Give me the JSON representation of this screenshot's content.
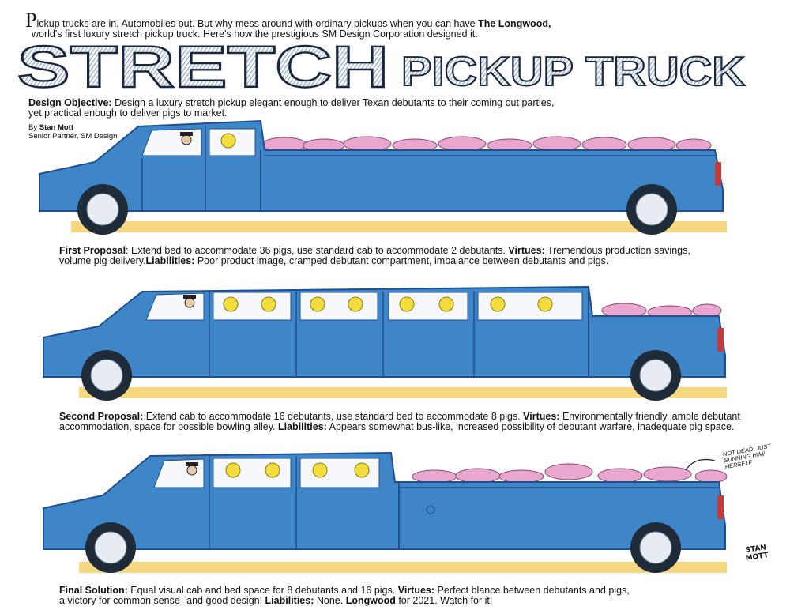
{
  "intro": {
    "dropcap": "P",
    "line1_before": "ickup trucks are in. Automobiles out. But why mess around with ordinary pickups when you can have ",
    "line1_bold": "The Longwood,",
    "line2": "world's first luxury stretch pickup truck. Here's how the prestigious SM Design Corporation designed it:"
  },
  "title": {
    "word1": "STRETCH",
    "word2": "PICKUP TRUCK"
  },
  "objective": {
    "label": "Design Objective:",
    "line1": "Design a luxury stretch pickup elegant enough to deliver Texan debutants to their coming out parties,",
    "line2": "yet practical enough to deliver pigs to market."
  },
  "byline": {
    "prefix": "By ",
    "name": "Stan Mott",
    "role": "Senior Partner, SM Design"
  },
  "proposals": [
    {
      "label": "First Proposal",
      "text1": ": Extend bed to accommodate 36 pigs, use standard cab to accommodate 2 debutants. ",
      "virtues_label": "Virtues:",
      "text2": " Tremendous production savings,",
      "text3": "volume pig delivery.",
      "liabilities_label": "Liabilities:",
      "text4": " Poor product image, cramped debutant compartment, imbalance between debutants and pigs."
    },
    {
      "label": "Second Proposal:",
      "text1": "  Extend cab to accommodate 16 debutants, use standard bed to accommodate 8 pigs. ",
      "virtues_label": "Virtues:",
      "text2": " Environmentally friendly, ample debutant",
      "text3": "accommodation, space for possible  bowling alley. ",
      "liabilities_label": "Liabilities:",
      "text4": " Appears somewhat bus-like, increased possibility of debutant warfare, inadequate pig space."
    },
    {
      "label": "Final Solution:",
      "text1": " Equal visual cab and bed space for 8 debutants and 16 pigs. ",
      "virtues_label": "Virtues:",
      "text2": " Perfect blance between debutants and pigs,",
      "text3": "a victory for common sense--and good design! ",
      "liabilities_label": "Liabilities:",
      "text4": " None. ",
      "text5_bold": "Longwood",
      "text6": " for 2021. Watch for it!"
    }
  ],
  "note": "NOT DEAD, JUST\nSUNNING HIM/\nHERSELF",
  "signature": "STAN\nMOTT",
  "colors": {
    "truck": "#3f86c9",
    "truck_dark": "#1f4f8f",
    "pig": "#e9a6cf",
    "road": "#f2c84b",
    "hair": "#f3dd3c"
  }
}
